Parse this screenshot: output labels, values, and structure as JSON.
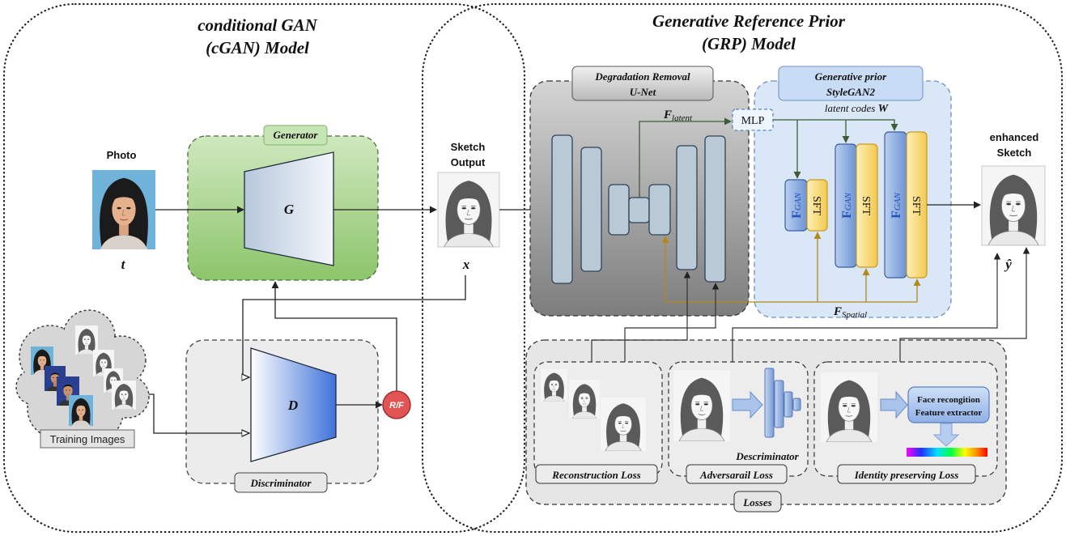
{
  "cgan": {
    "title_line1": "conditional GAN",
    "title_line2": "(cGAN) Model"
  },
  "grp": {
    "title_line1": "Generative Reference Prior",
    "title_line2": "(GRP) Model"
  },
  "photo": {
    "label": "Photo",
    "symbol": "t"
  },
  "generator": {
    "label": "Generator",
    "symbol": "G"
  },
  "sketch_output": {
    "line1": "Sketch",
    "line2": "Output",
    "symbol": "x"
  },
  "training": {
    "label": "Training Images"
  },
  "discriminator": {
    "label": "Discriminator",
    "symbol": "D",
    "output": "R/F"
  },
  "unet": {
    "line1": "Degradation Removal",
    "line2": "U-Net"
  },
  "f_latent": {
    "main": "F",
    "sub": "latent"
  },
  "mlp": {
    "label": "MLP"
  },
  "stylegan": {
    "line1": "Generative prior",
    "line2": "StyleGAN2"
  },
  "latent_codes": {
    "text": "latent codes ",
    "var": "W"
  },
  "fgan_blocks": [
    {
      "main": "F",
      "sub": "GAN",
      "sft": "SFT"
    },
    {
      "main": "F",
      "sub": "GAN",
      "sft": "SFT"
    },
    {
      "main": "F",
      "sub": "GAN",
      "sft": "SFT"
    }
  ],
  "f_spatial": {
    "main": "F",
    "sub": "Spatial"
  },
  "enhanced": {
    "line1": "enhanced",
    "line2": "Sketch",
    "symbol": "ŷ"
  },
  "losses": {
    "label": "Losses",
    "reconstruction": "Reconstruction Loss",
    "adversarial": "Adversarail Loss",
    "descriminator": "Descriminator",
    "identity": "Identity preserving Loss",
    "face_rec_line1": "Face recongition",
    "face_rec_line2": "Feature extractor"
  },
  "colors": {
    "generator_fill": "#a9d48c",
    "unet_fill": "#9a9a9a",
    "prior_fill": "#dae7f7",
    "fgan_blue": "#7a9fdc",
    "sft_yellow": "#f6d267",
    "rf_red": "#e05454",
    "spatial_gold": "#b3891a",
    "latent_green": "#3b5d36"
  }
}
